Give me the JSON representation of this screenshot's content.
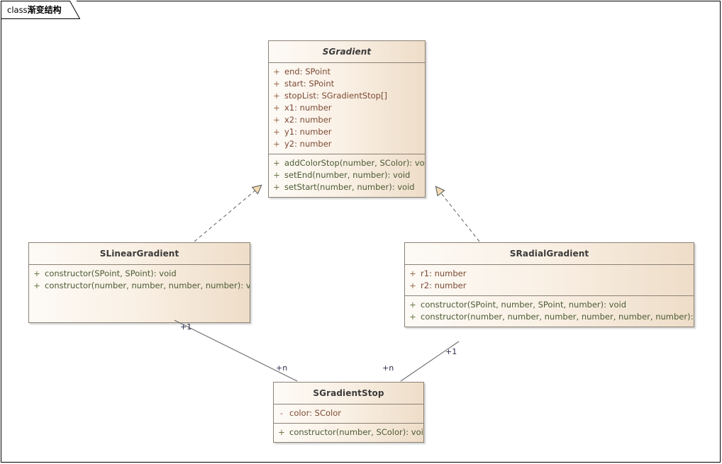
{
  "diagram": {
    "tab_keyword": "class",
    "tab_name": "渐变结构",
    "colors": {
      "box_border": "#8a8174",
      "fill_left": "#fdfaf6",
      "fill_right": "#eeddc8",
      "attribute_text": "#7c4a33",
      "method_text": "#4c5b34",
      "title_text": "#3b3b3b",
      "connector": "#6b6b6b",
      "arrow_fill": "#f5dcb3",
      "label_text": "#2a2a4a",
      "frame_border": "#000000",
      "canvas": "#ffffff"
    }
  },
  "classes": {
    "sgradient": {
      "name": "SGradient",
      "attributes": [
        {
          "vis": "+",
          "text": "end: SPoint"
        },
        {
          "vis": "+",
          "text": "start: SPoint"
        },
        {
          "vis": "+",
          "text": "stopList: SGradientStop[]"
        },
        {
          "vis": "+",
          "text": "x1: number"
        },
        {
          "vis": "+",
          "text": "x2: number"
        },
        {
          "vis": "+",
          "text": "y1: number"
        },
        {
          "vis": "+",
          "text": "y2: number"
        }
      ],
      "methods": [
        {
          "vis": "+",
          "text": "addColorStop(number, SColor): void"
        },
        {
          "vis": "+",
          "text": "setEnd(number, number): void"
        },
        {
          "vis": "+",
          "text": "setStart(number, number): void"
        }
      ]
    },
    "slineargradient": {
      "name": "SLinearGradient",
      "attributes": [],
      "methods": [
        {
          "vis": "+",
          "text": "constructor(SPoint, SPoint): void"
        },
        {
          "vis": "+",
          "text": "constructor(number, number, number, number): void"
        }
      ]
    },
    "sradialgradient": {
      "name": "SRadialGradient",
      "attributes": [
        {
          "vis": "+",
          "text": "r1: number"
        },
        {
          "vis": "+",
          "text": "r2: number"
        }
      ],
      "methods": [
        {
          "vis": "+",
          "text": "constructor(SPoint, number, SPoint, number): void"
        },
        {
          "vis": "+",
          "text": "constructor(number, number, number, number, number, number): void"
        }
      ]
    },
    "sgradientstop": {
      "name": "SGradientStop",
      "attributes": [
        {
          "vis": "-",
          "text": "color: SColor"
        }
      ],
      "methods": [
        {
          "vis": "+",
          "text": "constructor(number, SColor): void"
        }
      ]
    }
  },
  "relationships": [
    {
      "id": "linear-realizes-gradient",
      "type": "realization",
      "from": "SLinearGradient",
      "to": "SGradient",
      "style": "dashed",
      "arrow": "hollow-triangle",
      "source_label": "",
      "target_label": ""
    },
    {
      "id": "radial-realizes-gradient",
      "type": "realization",
      "from": "SRadialGradient",
      "to": "SGradient",
      "style": "dashed",
      "arrow": "hollow-triangle",
      "source_label": "",
      "target_label": ""
    },
    {
      "id": "linear-has-stops",
      "type": "association",
      "from": "SLinearGradient",
      "to": "SGradientStop",
      "style": "solid",
      "arrow": "none",
      "source_label": "+1",
      "target_label": "+n"
    },
    {
      "id": "radial-has-stops",
      "type": "association",
      "from": "SRadialGradient",
      "to": "SGradientStop",
      "style": "solid",
      "arrow": "none",
      "source_label": "+1",
      "target_label": "+n"
    }
  ],
  "edge_labels": {
    "linear_one": "+1",
    "linear_many": "+n",
    "radial_one": "+1",
    "radial_many": "+n"
  }
}
